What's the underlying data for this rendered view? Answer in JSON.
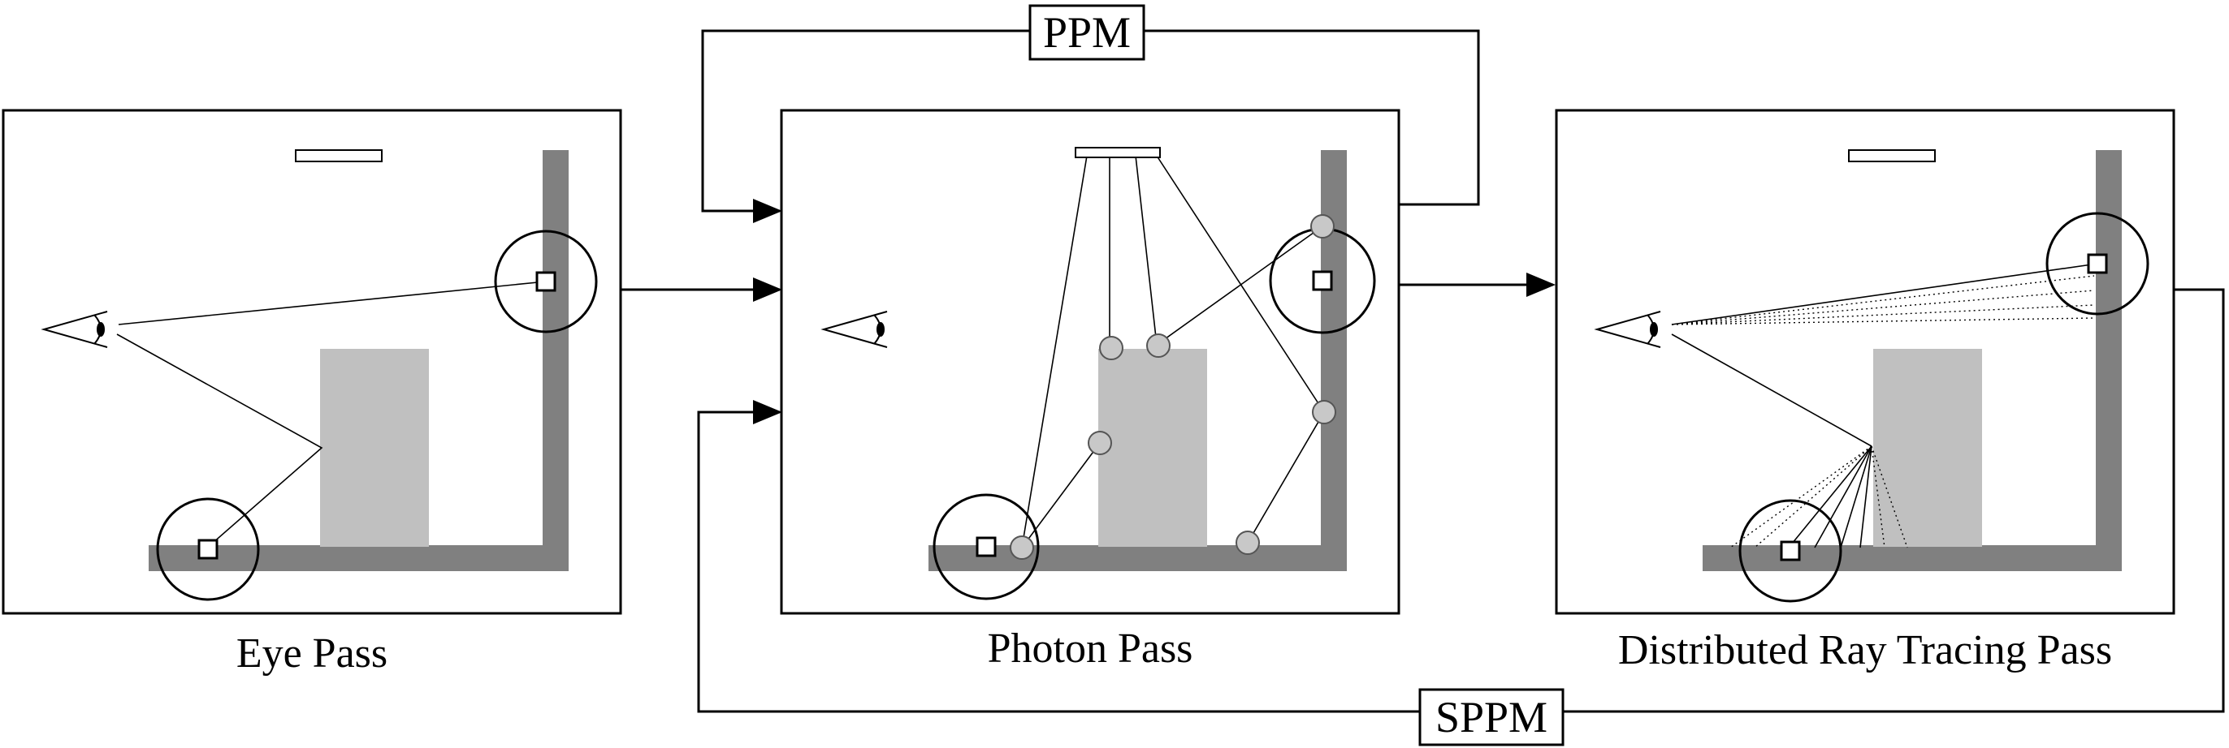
{
  "panels": {
    "eye": {
      "caption": "Eye Pass"
    },
    "photon": {
      "caption": "Photon Pass"
    },
    "ray": {
      "caption": "Distributed Ray Tracing Pass"
    }
  },
  "loops": {
    "ppm": {
      "label": "PPM"
    },
    "sppm": {
      "label": "SPPM"
    }
  },
  "colors": {
    "stroke": "#000000",
    "wall": "#808080",
    "box": "#c0c0c0",
    "photon": "#c8c8c8",
    "background": "#ffffff"
  },
  "icons": {
    "eye": "eye-icon",
    "light": "light-panel-icon",
    "hit_point": "hit-point-square",
    "photon": "photon-dot"
  }
}
